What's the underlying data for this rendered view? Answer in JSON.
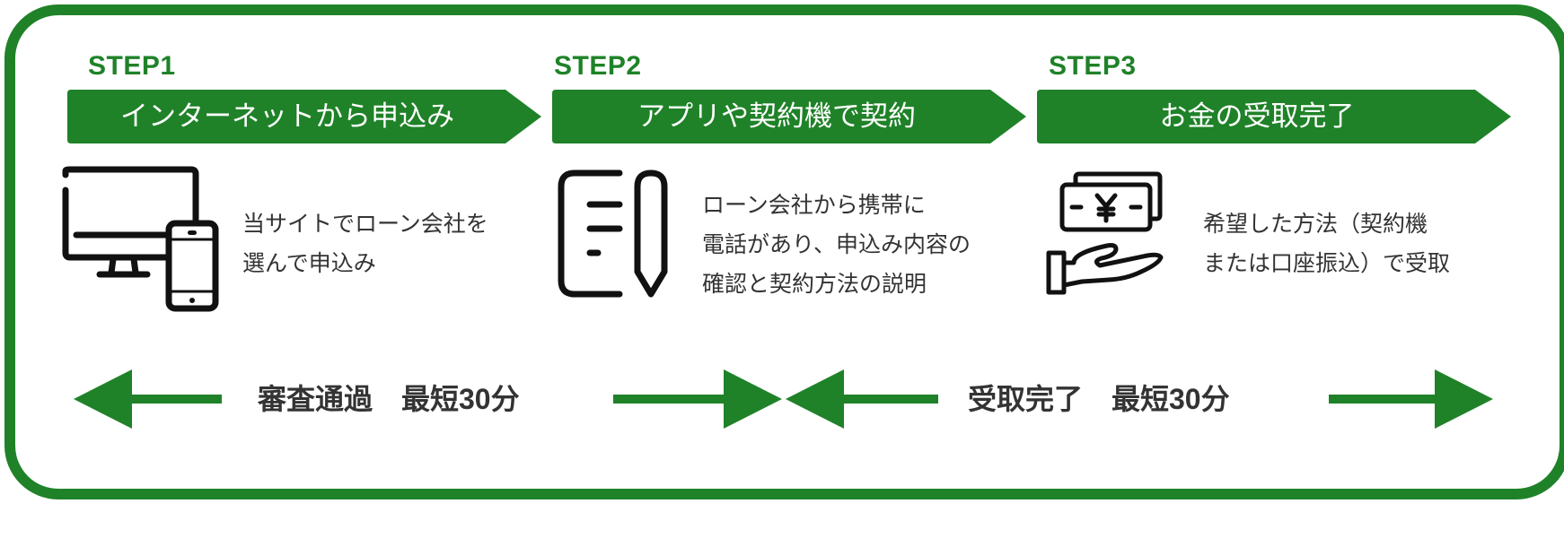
{
  "colors": {
    "accent": "#1f8228",
    "text": "#333333",
    "banner_text": "#ffffff"
  },
  "steps": [
    {
      "label": "STEP1",
      "title": "インターネットから申込み",
      "icon": "desktop-and-smartphone-icon",
      "description": [
        "当サイトでローン会社を",
        "選んで申込み"
      ]
    },
    {
      "label": "STEP2",
      "title": "アプリや契約機で契約",
      "icon": "document-and-pen-icon",
      "description": [
        "ローン会社から携帯に",
        "電話があり、申込み内容の",
        "確認と契約方法の説明"
      ]
    },
    {
      "label": "STEP3",
      "title": "お金の受取完了",
      "icon": "hand-receiving-yen-icon",
      "description": [
        "希望した方法（契約機",
        "または口座振込）で受取"
      ]
    }
  ],
  "timings": [
    {
      "label": "審査通過　最短30分",
      "span": "STEP1–STEP2"
    },
    {
      "label": "受取完了　最短30分",
      "span": "STEP2–STEP3"
    }
  ]
}
